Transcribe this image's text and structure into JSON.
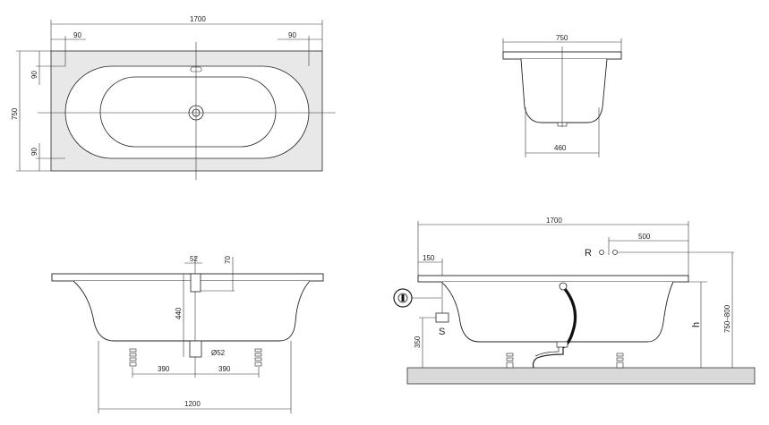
{
  "top_view": {
    "total_length": "1700",
    "left_margin": "90",
    "right_margin": "90",
    "top_margin": "90",
    "bottom_margin": "90",
    "total_width": "750"
  },
  "end_view": {
    "top_width": "750",
    "bottom_width": "460"
  },
  "side_view": {
    "overflow_offset": "52",
    "rim_to_overflow": "70",
    "overflow_height": "440",
    "waste_diameter": "Ø52",
    "left_foot": "390",
    "right_foot": "390",
    "base_length": "1200"
  },
  "install_view": {
    "total_length": "1700",
    "tap_offset": "500",
    "tap_label": "R",
    "waste_offset": "150",
    "siphon_label": "S",
    "siphon_height": "350",
    "height_label": "h",
    "total_height": "750–800"
  }
}
